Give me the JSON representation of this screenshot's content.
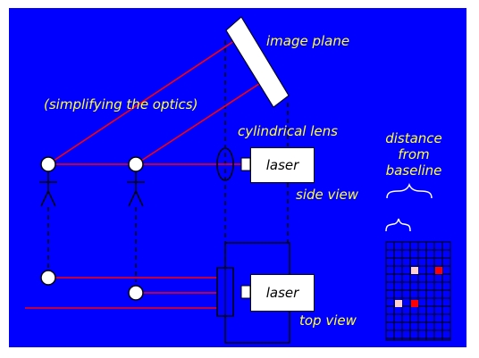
{
  "labels": {
    "image_plane": "image plane",
    "simplifying": "(simplifying the optics)",
    "cylindrical_lens": "cylindrical lens",
    "distance_from_baseline": "distance from baseline",
    "side_view": "side view",
    "top_view": "top view",
    "laser_side": "laser",
    "laser_top": "laser"
  },
  "colors": {
    "background": "#0000ff",
    "ray": "#ff0000",
    "text_yellow": "#ffff33",
    "outline": "#000000",
    "white": "#ffffff"
  }
}
